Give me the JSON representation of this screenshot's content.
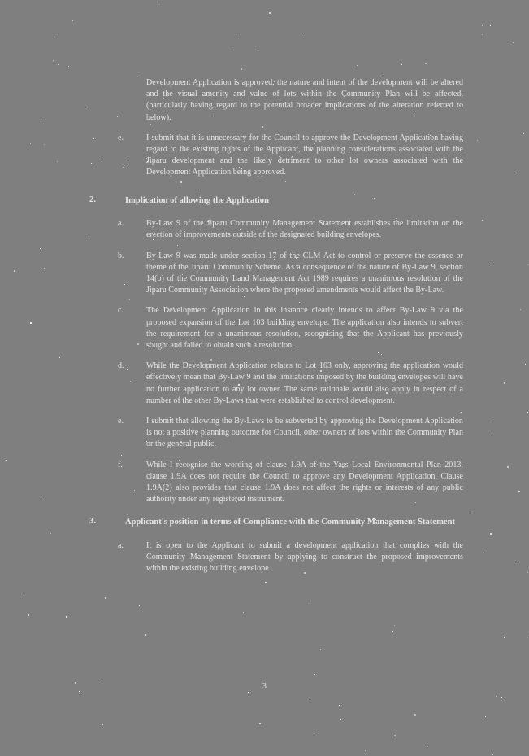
{
  "document": {
    "page_number": "3",
    "opening_paragraph": "Development Application is approved, the nature and intent of the development will be altered and the visual amenity and value of lots within the Community Plan will be affected, (particularly having regard to the potential broader implications of the alteration referred to below).",
    "opening_item": {
      "marker": "e.",
      "text": "I submit that it is unnecessary for the Council to approve the Development Application having regard to the existing rights of the Applicant, the planning considerations associated with the Jiparu development and the likely detriment to other lot owners associated with the Development Application being approved."
    },
    "sections": [
      {
        "marker": "2.",
        "heading": "Implication of allowing the Application",
        "items": [
          {
            "marker": "a.",
            "text": "By-Law 9 of the Jiparu Community Management Statement establishes the limitation on the erection of improvements outside of the designated building envelopes."
          },
          {
            "marker": "b.",
            "text": "By-Law 9 was made under section 17 of the CLM Act to control or preserve the essence or theme of the Jiparu Community Scheme. As a consequence of the nature of By-Law 9, section 14(b) of the Community Land Management Act 1989 requires a unanimous resolution of the Jiparu Community Association where the proposed amendments would affect the By-Law."
          },
          {
            "marker": "c.",
            "text": "The Development Application in this instance clearly intends to affect By-Law 9 via the proposed expansion of the Lot 103 building envelope. The application also intends to subvert the requirement for a unanimous resolution, recognising that the Applicant has previously sought and failed to obtain such a resolution."
          },
          {
            "marker": "d.",
            "text": "While the Development Application relates to Lot 103 only, approving the application would effectively mean that By-Law 9 and the limitations imposed by the building envelopes will have no further application to any lot owner. The same rationale would also apply in respect of a number of the other By-Laws that were established to control development."
          },
          {
            "marker": "e.",
            "text": "I submit that allowing the By-Laws to be subverted by approving the Development Application is not a positive planning outcome for Council, other owners of lots within the Community Plan or the general public."
          },
          {
            "marker": "f.",
            "text": "While I recognise the wording of clause 1.9A of the Yass Local Environmental Plan 2013, clause 1.9A does not require the Council to approve any Development Application. Clause 1.9A(2) also provides that clause 1.9A does not affect the rights or interests of any public authority under any registered instrument."
          }
        ]
      },
      {
        "marker": "3.",
        "heading": "Applicant's position in terms of Compliance with the Community Management Statement",
        "items": [
          {
            "marker": "a.",
            "text": "It is open to the Applicant to submit a development application that complies with the Community Management Statement by applying to construct the proposed improvements within the existing building envelope."
          }
        ]
      }
    ]
  },
  "colors": {
    "page_background": "#807f80",
    "text": "#e8e8e8",
    "speckle": "#f2f2f2"
  }
}
